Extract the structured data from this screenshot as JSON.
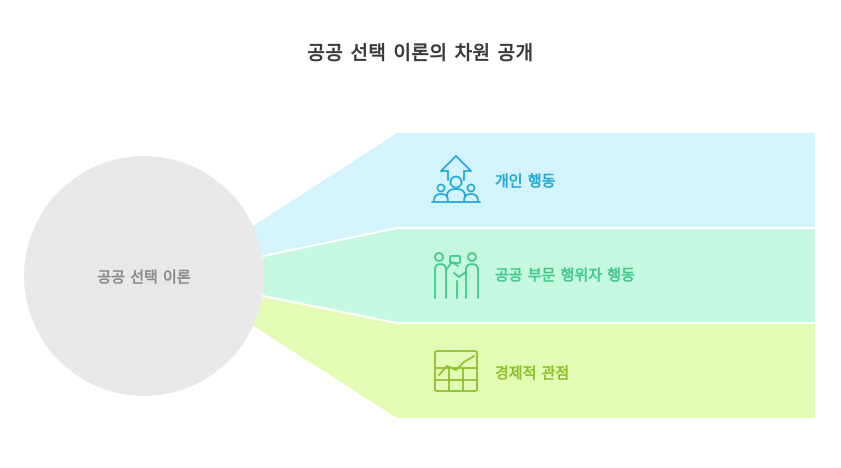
{
  "title": "공공 선택 이론의 차원 공개",
  "center": {
    "label": "공공 선택 이론",
    "fill": "#e8e8e8",
    "text_color": "#8a8a8a"
  },
  "branches": [
    {
      "label": "개인 행동",
      "icon": "family-home-arrow-icon",
      "fill": "#d3f3fd",
      "accent": "#1fa9d4"
    },
    {
      "label": "공공 부문 행위자 행동",
      "icon": "people-exchange-icon",
      "fill": "#c6f7e1",
      "accent": "#3ec98a"
    },
    {
      "label": "경제적 관점",
      "icon": "growth-chart-icon",
      "fill": "#e4fbb6",
      "accent": "#8cbf2a"
    }
  ]
}
